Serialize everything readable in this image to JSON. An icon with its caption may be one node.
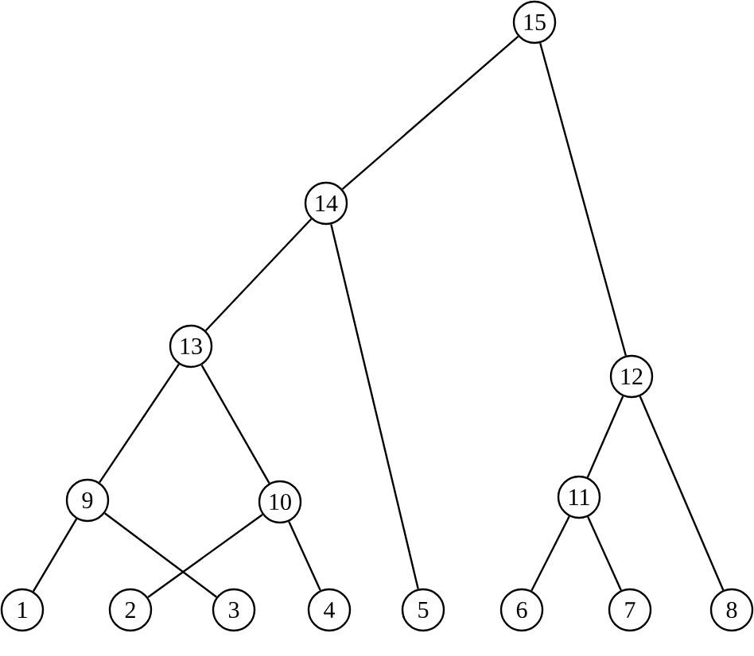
{
  "diagram": {
    "nodes": [
      {
        "text": [
          "15"
        ]
      },
      {
        "text": [
          "14"
        ]
      },
      {
        "text": [
          "13"
        ]
      },
      {
        "text": [
          "12"
        ]
      },
      {
        "text": [
          "9"
        ]
      },
      {
        "text": [
          "10"
        ]
      },
      {
        "text": [
          "11"
        ]
      },
      {
        "text": [
          "1"
        ]
      },
      {
        "text": [
          "2"
        ]
      },
      {
        "text": [
          "3"
        ]
      },
      {
        "text": [
          "4"
        ]
      },
      {
        "text": [
          "5"
        ]
      },
      {
        "text": [
          "6"
        ]
      },
      {
        "text": [
          "7"
        ]
      },
      {
        "text": [
          "8"
        ]
      }
    ],
    "edges": [
      {
        "from": 0,
        "to": 1,
        "arrow": "none"
      },
      {
        "from": 0,
        "to": 3,
        "arrow": "none"
      },
      {
        "from": 1,
        "to": 2,
        "arrow": "none"
      },
      {
        "from": 1,
        "to": 11,
        "arrow": "none"
      },
      {
        "from": 2,
        "to": 4,
        "arrow": "none"
      },
      {
        "from": 2,
        "to": 5,
        "arrow": "none"
      },
      {
        "from": 4,
        "to": 7,
        "arrow": "none"
      },
      {
        "from": 4,
        "to": 9,
        "arrow": "none"
      },
      {
        "from": 5,
        "to": 8,
        "arrow": "none"
      },
      {
        "from": 5,
        "to": 10,
        "arrow": "none"
      },
      {
        "from": 3,
        "to": 6,
        "arrow": "none"
      },
      {
        "from": 3,
        "to": 14,
        "arrow": "none"
      },
      {
        "from": 6,
        "to": 12,
        "arrow": "none"
      },
      {
        "from": 6,
        "to": 13,
        "arrow": "none"
      }
    ]
  }
}
